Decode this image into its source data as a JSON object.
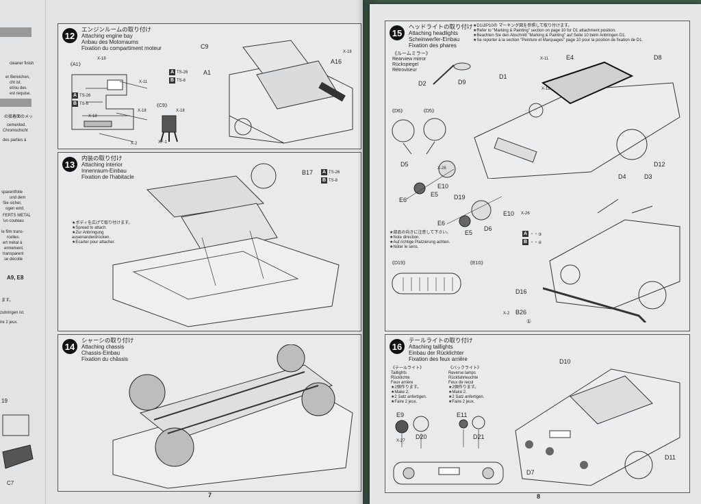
{
  "left_page": {
    "page_number": "7",
    "edge_fragments": [
      "cleaner finish",
      "er Bereichen,",
      "cht ist.",
      "et/ou des",
      "est requise.",
      "の接着面のメッ",
      "cemented.",
      "Chromschicht",
      "des parties à",
      "sparentfolie",
      "und dem",
      "Sie sicher,",
      "ogen wird.",
      "FERTS METAL",
      "'un couteau",
      "le film trans-",
      "rcelles.",
      "ert métal à",
      "ermement.",
      "transparent",
      "se décolle",
      "A9, E8",
      "ます。",
      "zubringen ist.",
      "ire 2 jeux.",
      "19",
      "C7"
    ],
    "step12": {
      "number": "12",
      "title_jp": "エンジンルームの取り付け",
      "title_en": "Attaching engine bay",
      "title_de": "Anbau des Motorraums",
      "title_fr": "Fixation du compartiment moteur",
      "sub_a1": "《A1》",
      "sub_c9": "《C9》",
      "labels": {
        "c9": "C9",
        "a1": "A1",
        "a16": "A16",
        "x18a": "X-18",
        "x18b": "X-18",
        "x18c": "X-18",
        "x18d": "X-18",
        "x18e": "X-18",
        "x11": "X-11",
        "x2": "X-2",
        "xf1": "XF-1"
      },
      "paint": [
        {
          "box": "A",
          "text": "TS-26"
        },
        {
          "box": "B",
          "text": "TS-8"
        }
      ],
      "paint_inset": [
        {
          "box": "A",
          "text": "TS-26"
        },
        {
          "box": "B",
          "text": "TS-8"
        }
      ]
    },
    "step13": {
      "number": "13",
      "title_jp": "内装の取り付け",
      "title_en": "Attaching interior",
      "title_de": "Innenraum-Einbau",
      "title_fr": "Fixation de l'habitacle",
      "labels": {
        "b17": "B17"
      },
      "paint": [
        {
          "box": "A",
          "text": "TS-26"
        },
        {
          "box": "B",
          "text": "TS-8"
        }
      ],
      "note": [
        "★ボディを広げて取り付けます。",
        "★Spread to attach.",
        "★Zur Anbringung",
        "auseinanderdrücken.",
        "★Ecarter pour attacher."
      ]
    },
    "step14": {
      "number": "14",
      "title_jp": "シャーシの取り付け",
      "title_en": "Attaching chassis",
      "title_de": "Chassis-Einbau",
      "title_fr": "Fixation du châssis"
    }
  },
  "right_page": {
    "page_number": "8",
    "step15": {
      "number": "15",
      "title_jp": "ヘッドライトの取り付け",
      "title_en": "Attaching headlights",
      "title_de": "Scheinwerfer-Einbau",
      "title_fr": "Fixation des phares",
      "notes": [
        "★D1はP10の マーキング図を参照して取り付けます。",
        "★Refer to \"Marking & Painting\" section on page 10 for D1 attachment position.",
        "★Beachten Sie den Abschnitt \"Marking & Painting\" auf Seite 10 beim Anbringen D1.",
        "★Se reporter à la section \"Peinture et Marquages\" page 10 pour la position de fixation de D1."
      ],
      "mirror": [
        "《ルームミラー》",
        "Rearview mirror",
        "Rückspiegel",
        "Rétroviseur"
      ],
      "sub_d6": "《D6》",
      "sub_d5": "《D5》",
      "sub_d19": "《D19》",
      "sub_e10": "《E10》",
      "direction_note": [
        "★部品の向きに注意して下さい。",
        "★Note direction.",
        "★Auf richtige Platzierung achten.",
        "★Noter le sens."
      ],
      "labels": {
        "d1": "D1",
        "d2": "D2",
        "d9": "D9",
        "e4": "E4",
        "d8": "D8",
        "x11": "X-11",
        "x18": "X-18",
        "d12": "D12",
        "d5": "D5",
        "e5a": "E5",
        "e6a": "E6",
        "x26a": "X-26",
        "e10a": "E10",
        "d19": "D19",
        "e10b": "E10",
        "x26b": "X-26",
        "e6b": "E6",
        "e5b": "E5",
        "d6": "D6",
        "d4": "D4",
        "d3": "D3",
        "d16": "D16",
        "b26": "B26",
        "x2": "X-2"
      },
      "paint": [
        {
          "box": "A",
          "text": "・・③"
        },
        {
          "box": "B",
          "text": "・・④"
        }
      ],
      "callout_1": "①"
    },
    "step16": {
      "number": "16",
      "title_jp": "テールライトの取り付け",
      "title_en": "Attaching taillights",
      "title_de": "Einbau der Rücklichter",
      "title_fr": "Fixation des feux arrière",
      "taillights": [
        "《テールライト》",
        "Taillights",
        "Rücklichte",
        "Feux arrière",
        "★2個作ります。",
        "★Make 2.",
        "★2 Satz anfertigen.",
        "★Faire 2 jeux."
      ],
      "reverse": [
        "《バックライト》",
        "Reverse lamps",
        "Rückfahrleuchte",
        "Feux de recul",
        "★2個作ります。",
        "★Make 2.",
        "★2 Satz anfertigen.",
        "★Faire 2 jeux."
      ],
      "labels": {
        "e9": "E9",
        "x27": "X-27",
        "d20": "D20",
        "e11": "E11",
        "d21": "D21",
        "d10": "D10",
        "d11": "D11",
        "d7": "D7"
      }
    }
  }
}
